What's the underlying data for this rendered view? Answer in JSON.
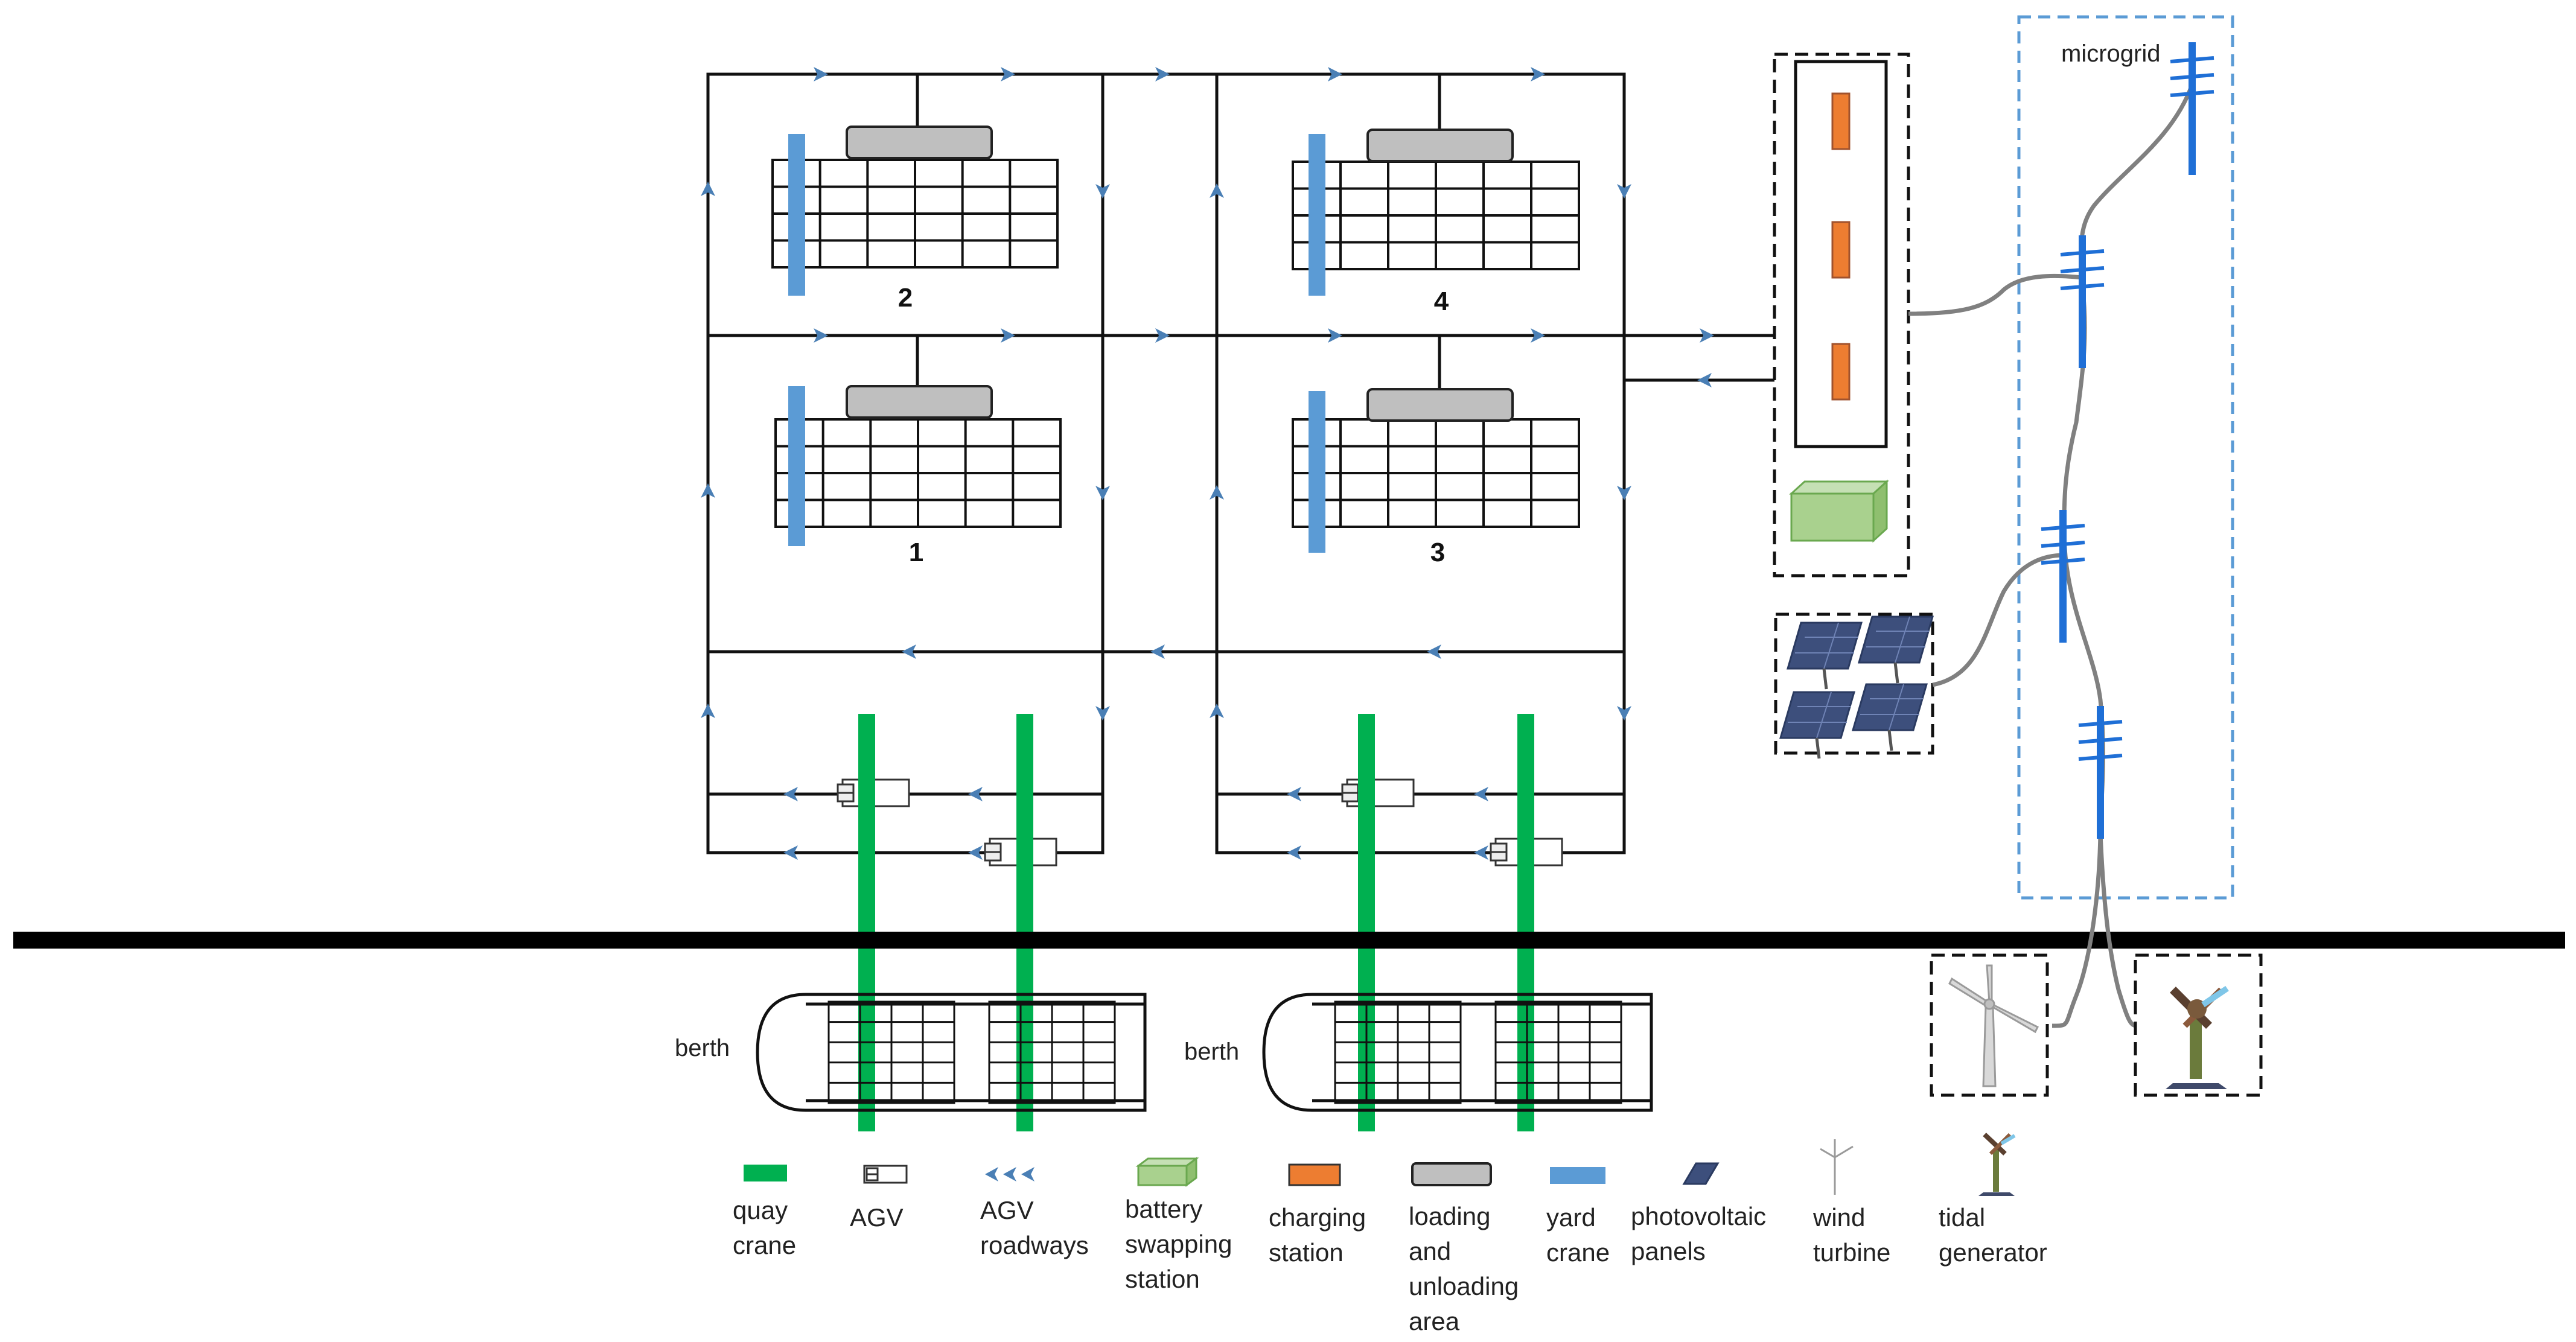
{
  "blocks": [
    "1",
    "2",
    "3",
    "4"
  ],
  "berth_label": "berth",
  "microgrid_label": "microgrid",
  "legend": {
    "quay_crane": [
      "quay",
      "crane"
    ],
    "agv": [
      "AGV"
    ],
    "agv_roadways": [
      "AGV",
      "roadways"
    ],
    "battery_swapping_station": [
      "battery",
      "swapping",
      "station"
    ],
    "charging_station": [
      "charging",
      "station"
    ],
    "loading_unloading_area": [
      "loading",
      "and",
      "unloading",
      "area"
    ],
    "yard_crane": [
      "yard",
      "crane"
    ],
    "photovoltaic_panels": [
      "photovoltaic",
      "panels"
    ],
    "wind_turbine": [
      "wind",
      "turbine"
    ],
    "tidal_generator": [
      "tidal",
      "generator"
    ]
  },
  "colors": {
    "quay_crane": "#00b050",
    "yard_crane": "#5b9bd5",
    "charging_station": "#ed7d31",
    "battery_station": "#a9d18e",
    "loading_area": "#bfbfbf",
    "roadway_arrow": "#4a7fb5",
    "microgrid_border": "#5b9bd5",
    "pole": "#1f6fd6",
    "cable": "#808080"
  }
}
